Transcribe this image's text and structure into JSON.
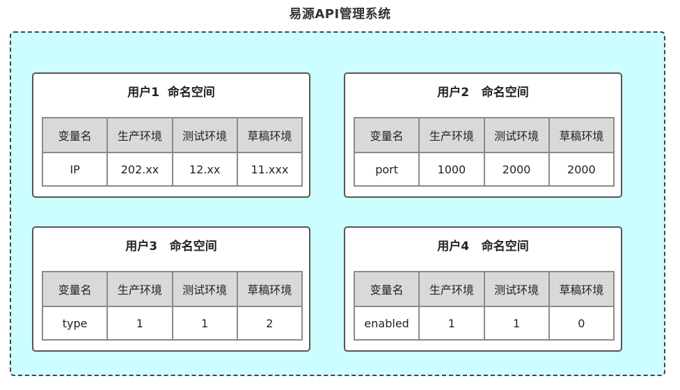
{
  "title": "易源API管理系统",
  "columns": [
    "变量名",
    "生产环境",
    "测试环境",
    "草稿环境"
  ],
  "namespaces": [
    {
      "title": "用户1  命名空间",
      "row": [
        "IP",
        "202.xx",
        "12.xx",
        "11.xxx"
      ]
    },
    {
      "title": "用户2   命名空间",
      "row": [
        "port",
        "1000",
        "2000",
        "2000"
      ]
    },
    {
      "title": "用户3   命名空间",
      "row": [
        "type",
        "1",
        "1",
        "2"
      ]
    },
    {
      "title": "用户4   命名空间",
      "row": [
        "enabled",
        "1",
        "1",
        "0"
      ]
    }
  ]
}
